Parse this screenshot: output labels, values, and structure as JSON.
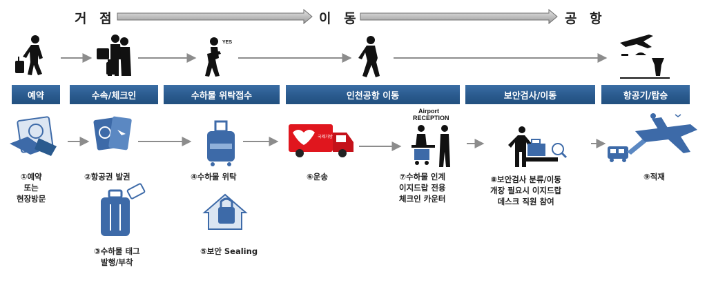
{
  "stages": [
    "거 점",
    "이 동",
    "공 항"
  ],
  "top_labels": {
    "yes": "YES",
    "reception_1": "Airport",
    "reception_2": "RECEPTION"
  },
  "truck_text": "국제가방",
  "bars": [
    "예약",
    "수속/체크인",
    "수하물 위탁접수",
    "인천공항 이동",
    "보안검사/이동",
    "항공기/탑승"
  ],
  "steps": {
    "s1": [
      "①예약",
      "또는",
      "현장방문"
    ],
    "s2": [
      "②항공권 발권"
    ],
    "s3": [
      "③수하물 태그",
      "발행/부착"
    ],
    "s4": [
      "④수하물 위탁"
    ],
    "s5": [
      "⑤보안 Sealing"
    ],
    "s6": [
      "⑥운송"
    ],
    "s7": [
      "⑦수하물 인계",
      "이지드랍 전용",
      "체크인 카운터"
    ],
    "s8": [
      "⑧보안검사 분류/이동",
      "개장 필요시 이지드랍",
      "데스크 직원 참여"
    ],
    "s9": [
      "⑨적재"
    ]
  },
  "colors": {
    "bar": "#2a5a8e",
    "icon_blue": "#3d6aa8",
    "truck_red": "#e0161e",
    "arrow": "#8c8c8c"
  }
}
